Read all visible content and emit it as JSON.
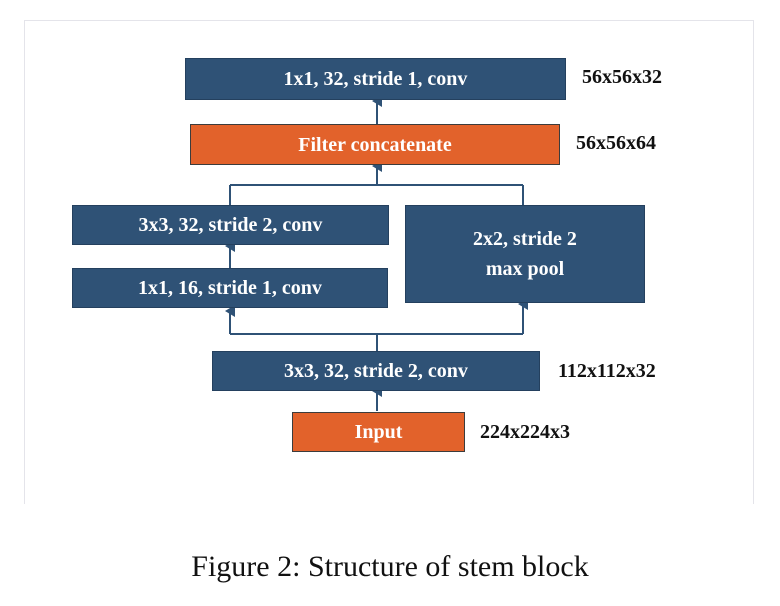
{
  "diagram": {
    "nodes": {
      "conv_1x1_32": "1x1, 32, stride 1, conv",
      "filter_concat": "Filter concatenate",
      "conv_3x3_32_branch": "3x3, 32, stride 2, conv",
      "conv_1x1_16": "1x1, 16, stride 1, conv",
      "maxpool_line1": "2x2, stride 2",
      "maxpool_line2": "max pool",
      "conv_3x3_32_stem": "3x3, 32, stride 2, conv",
      "input": "Input"
    },
    "dims": {
      "out": "56x56x32",
      "concat": "56x56x64",
      "stem": "112x112x32",
      "input": "224x224x3"
    },
    "colors": {
      "conv": "#2f5276",
      "highlight": "#e2622b",
      "connector": "#2f5276"
    }
  },
  "caption": "Figure 2: Structure of stem block"
}
